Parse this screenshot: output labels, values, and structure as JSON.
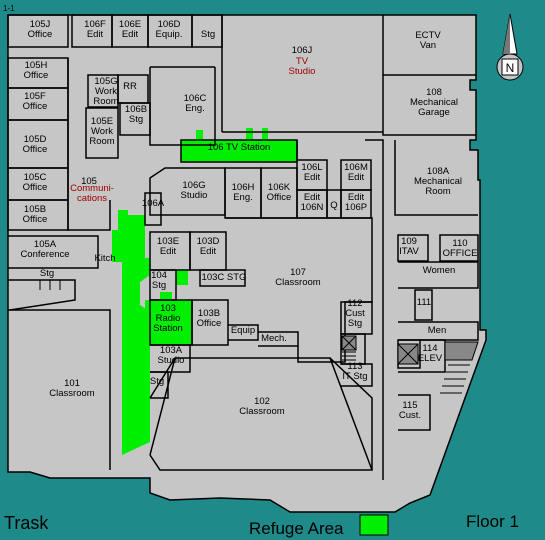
{
  "corner_label": "1-1",
  "building": "Trask",
  "floor": "Floor 1",
  "legend": {
    "label": "Refuge Area",
    "color": "#00ee00"
  },
  "compass": {
    "letter": "N"
  },
  "colors": {
    "background": "#1f8a8a",
    "building": "#c6c6c6",
    "refuge": "#00ee00",
    "wall": "#000000",
    "red_text": "#a00000"
  },
  "rooms": {
    "r105j": [
      "105J",
      "Office"
    ],
    "r105h": [
      "105H",
      "Office"
    ],
    "r105f": [
      "105F",
      "Office"
    ],
    "r105d": [
      "105D",
      "Office"
    ],
    "r105c": [
      "105C",
      "Office"
    ],
    "r105b": [
      "105B",
      "Office"
    ],
    "r105a": [
      "105A",
      "Conference"
    ],
    "kitch": [
      "Kitch"
    ],
    "stg_sw": [
      "Stg"
    ],
    "r105": [
      "105"
    ],
    "r105_comm": [
      "Communi-",
      "cations"
    ],
    "r106f": [
      "106F",
      "Edit"
    ],
    "r106e": [
      "106E",
      "Edit"
    ],
    "r106d": [
      "106D",
      "Equip."
    ],
    "stg_top": [
      "Stg"
    ],
    "r105g": [
      "105G",
      "Work",
      "Room"
    ],
    "rr": [
      "RR"
    ],
    "r106b": [
      "106B",
      "Stg"
    ],
    "r105e": [
      "105E",
      "Work",
      "Room"
    ],
    "r106c": [
      "106C",
      "Eng."
    ],
    "r106j": [
      "106J"
    ],
    "r106j_tv": [
      "TV",
      "Studio"
    ],
    "ectv": [
      "ECTV",
      "Van"
    ],
    "r108": [
      "108",
      "Mechanical",
      "Garage"
    ],
    "r108a": [
      "108A",
      "Mechanical",
      "Room"
    ],
    "r106_tv": [
      "106 TV Station"
    ],
    "r106g": [
      "106G",
      "Studio"
    ],
    "r106a": [
      "106A"
    ],
    "r106h": [
      "106H",
      "Eng."
    ],
    "r106k": [
      "106K",
      "Office"
    ],
    "r106l": [
      "106L",
      "Edit"
    ],
    "r106m": [
      "106M",
      "Edit"
    ],
    "r106n": [
      "Edit",
      "106N"
    ],
    "q": [
      "Q"
    ],
    "r106p": [
      "Edit",
      "106P"
    ],
    "r103e": [
      "103E",
      "Edit"
    ],
    "r103d": [
      "103D",
      "Edit"
    ],
    "r104": [
      "104",
      "Stg"
    ],
    "r103c": [
      "103C STG"
    ],
    "r103": [
      "103",
      "Radio",
      "Station"
    ],
    "r103b": [
      "103B",
      "Office"
    ],
    "r103a": [
      "103A",
      "Studio"
    ],
    "stg_103": [
      "Stg"
    ],
    "equip": [
      "Equip"
    ],
    "mech": [
      "Mech."
    ],
    "r107": [
      "107",
      "Classroom"
    ],
    "r112": [
      "112",
      "Cust",
      "Stg"
    ],
    "r113": [
      "113",
      "IT Stg"
    ],
    "r109": [
      "109",
      "ITAV"
    ],
    "r110": [
      "110",
      "OFFICE"
    ],
    "women": [
      "Women"
    ],
    "r111": [
      "111"
    ],
    "men": [
      "Men"
    ],
    "r114": [
      "114",
      "ELEV"
    ],
    "r115": [
      "115",
      "Cust."
    ],
    "r101": [
      "101",
      "Classroom"
    ],
    "r102": [
      "102",
      "Classroom"
    ]
  }
}
